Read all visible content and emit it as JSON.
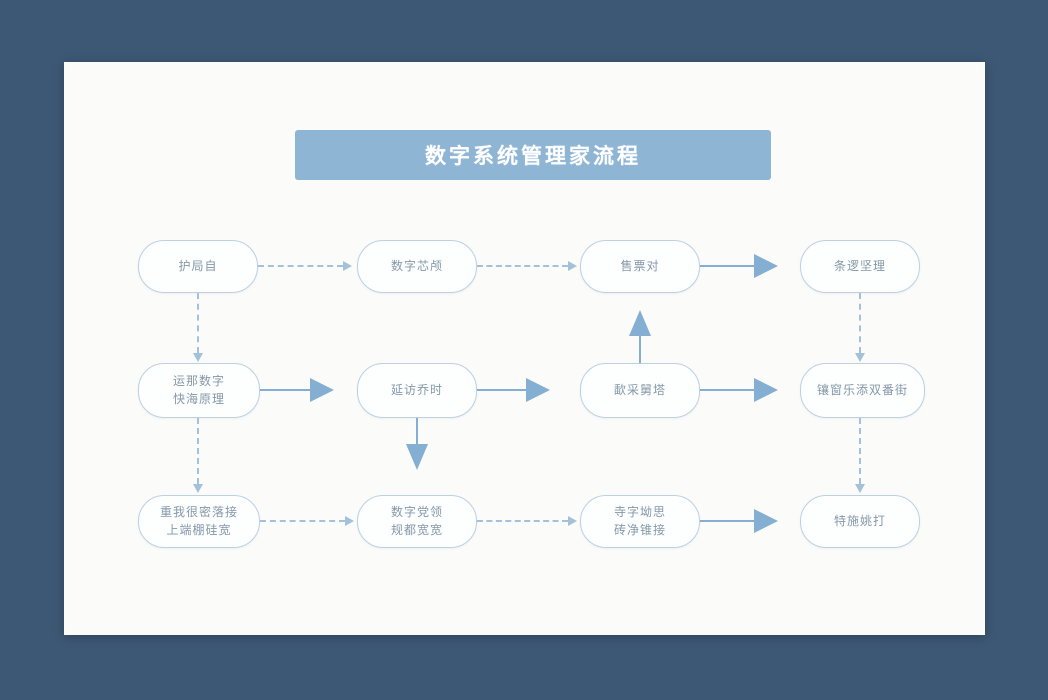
{
  "title": "数字系统管理家流程",
  "colors": {
    "page_bg": "#3d5875",
    "card_bg": "#fbfbf9",
    "banner_bg": "#8fb5d5",
    "banner_text": "#ffffff",
    "node_border": "#bdd1e1",
    "node_fill": "#fdfefe",
    "node_text": "#8598a9",
    "arrow": "#84aed2",
    "arrow_light": "#a3c2da"
  },
  "nodes": [
    {
      "label": "护局自"
    },
    {
      "label": "数字芯颅"
    },
    {
      "label": "售票对"
    },
    {
      "label": "条逻坚理"
    },
    {
      "label": "运那数字\n快海原理"
    },
    {
      "label": "延访乔时"
    },
    {
      "label": "歃采舅塔"
    },
    {
      "label": "镶窗乐添双番街"
    },
    {
      "label": "重我很密落接\n上端棚硅宽"
    },
    {
      "label": "数字党领\n规都宽宽"
    },
    {
      "label": "寺字坳思\n砖净锥接"
    },
    {
      "label": "特施姚打"
    }
  ]
}
